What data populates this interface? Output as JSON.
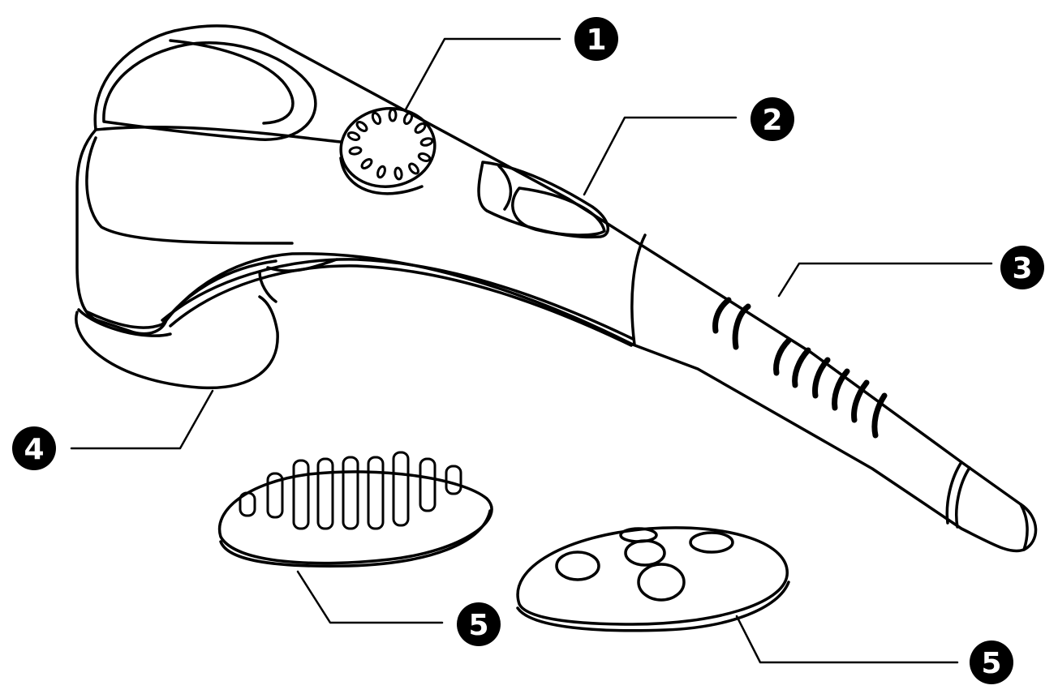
{
  "diagram": {
    "callouts": [
      {
        "id": "callout-1",
        "label": "1"
      },
      {
        "id": "callout-2",
        "label": "2"
      },
      {
        "id": "callout-3",
        "label": "3"
      },
      {
        "id": "callout-4",
        "label": "4"
      },
      {
        "id": "callout-5a",
        "label": "5"
      },
      {
        "id": "callout-5b",
        "label": "5"
      }
    ],
    "colors": {
      "line": "#000000",
      "badge": "#000000",
      "badge_text": "#ffffff",
      "background": "#ffffff"
    }
  }
}
